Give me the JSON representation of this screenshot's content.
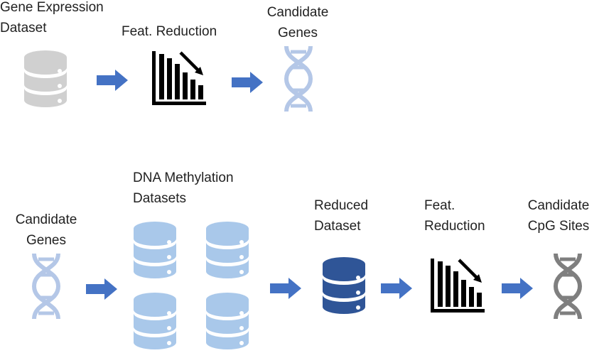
{
  "colors": {
    "db_gray": "#d0d0d0",
    "db_light_blue": "#a9c8ea",
    "db_dark_blue": "#2f5597",
    "arrow_blue": "#4472c4",
    "dna_light_blue": "#b4c7e7",
    "dna_gray": "#7f7f7f",
    "chart_black": "#000000"
  },
  "row1": {
    "gene_expression_label": "Gene Expression\nDataset",
    "feat_reduction_label": "Feat. Reduction",
    "candidate_genes_label": "Candidate\nGenes",
    "dataset_icon": "database-icon",
    "reduction_icon": "bar-chart-decrease-icon",
    "genes_icon": "dna-icon"
  },
  "row2": {
    "candidate_genes_label": "Candidate\nGenes",
    "dna_methylation_label": "DNA Methylation\nDatasets",
    "reduced_dataset_label": "Reduced\nDataset",
    "feat_reduction_label": "Feat.\nReduction",
    "candidate_cpg_label": "Candidate\nCpG Sites",
    "genes_icon": "dna-icon",
    "methylation_icon": "database-icon",
    "reduced_icon": "database-icon",
    "reduction_icon": "bar-chart-decrease-icon",
    "cpg_icon": "dna-icon"
  }
}
